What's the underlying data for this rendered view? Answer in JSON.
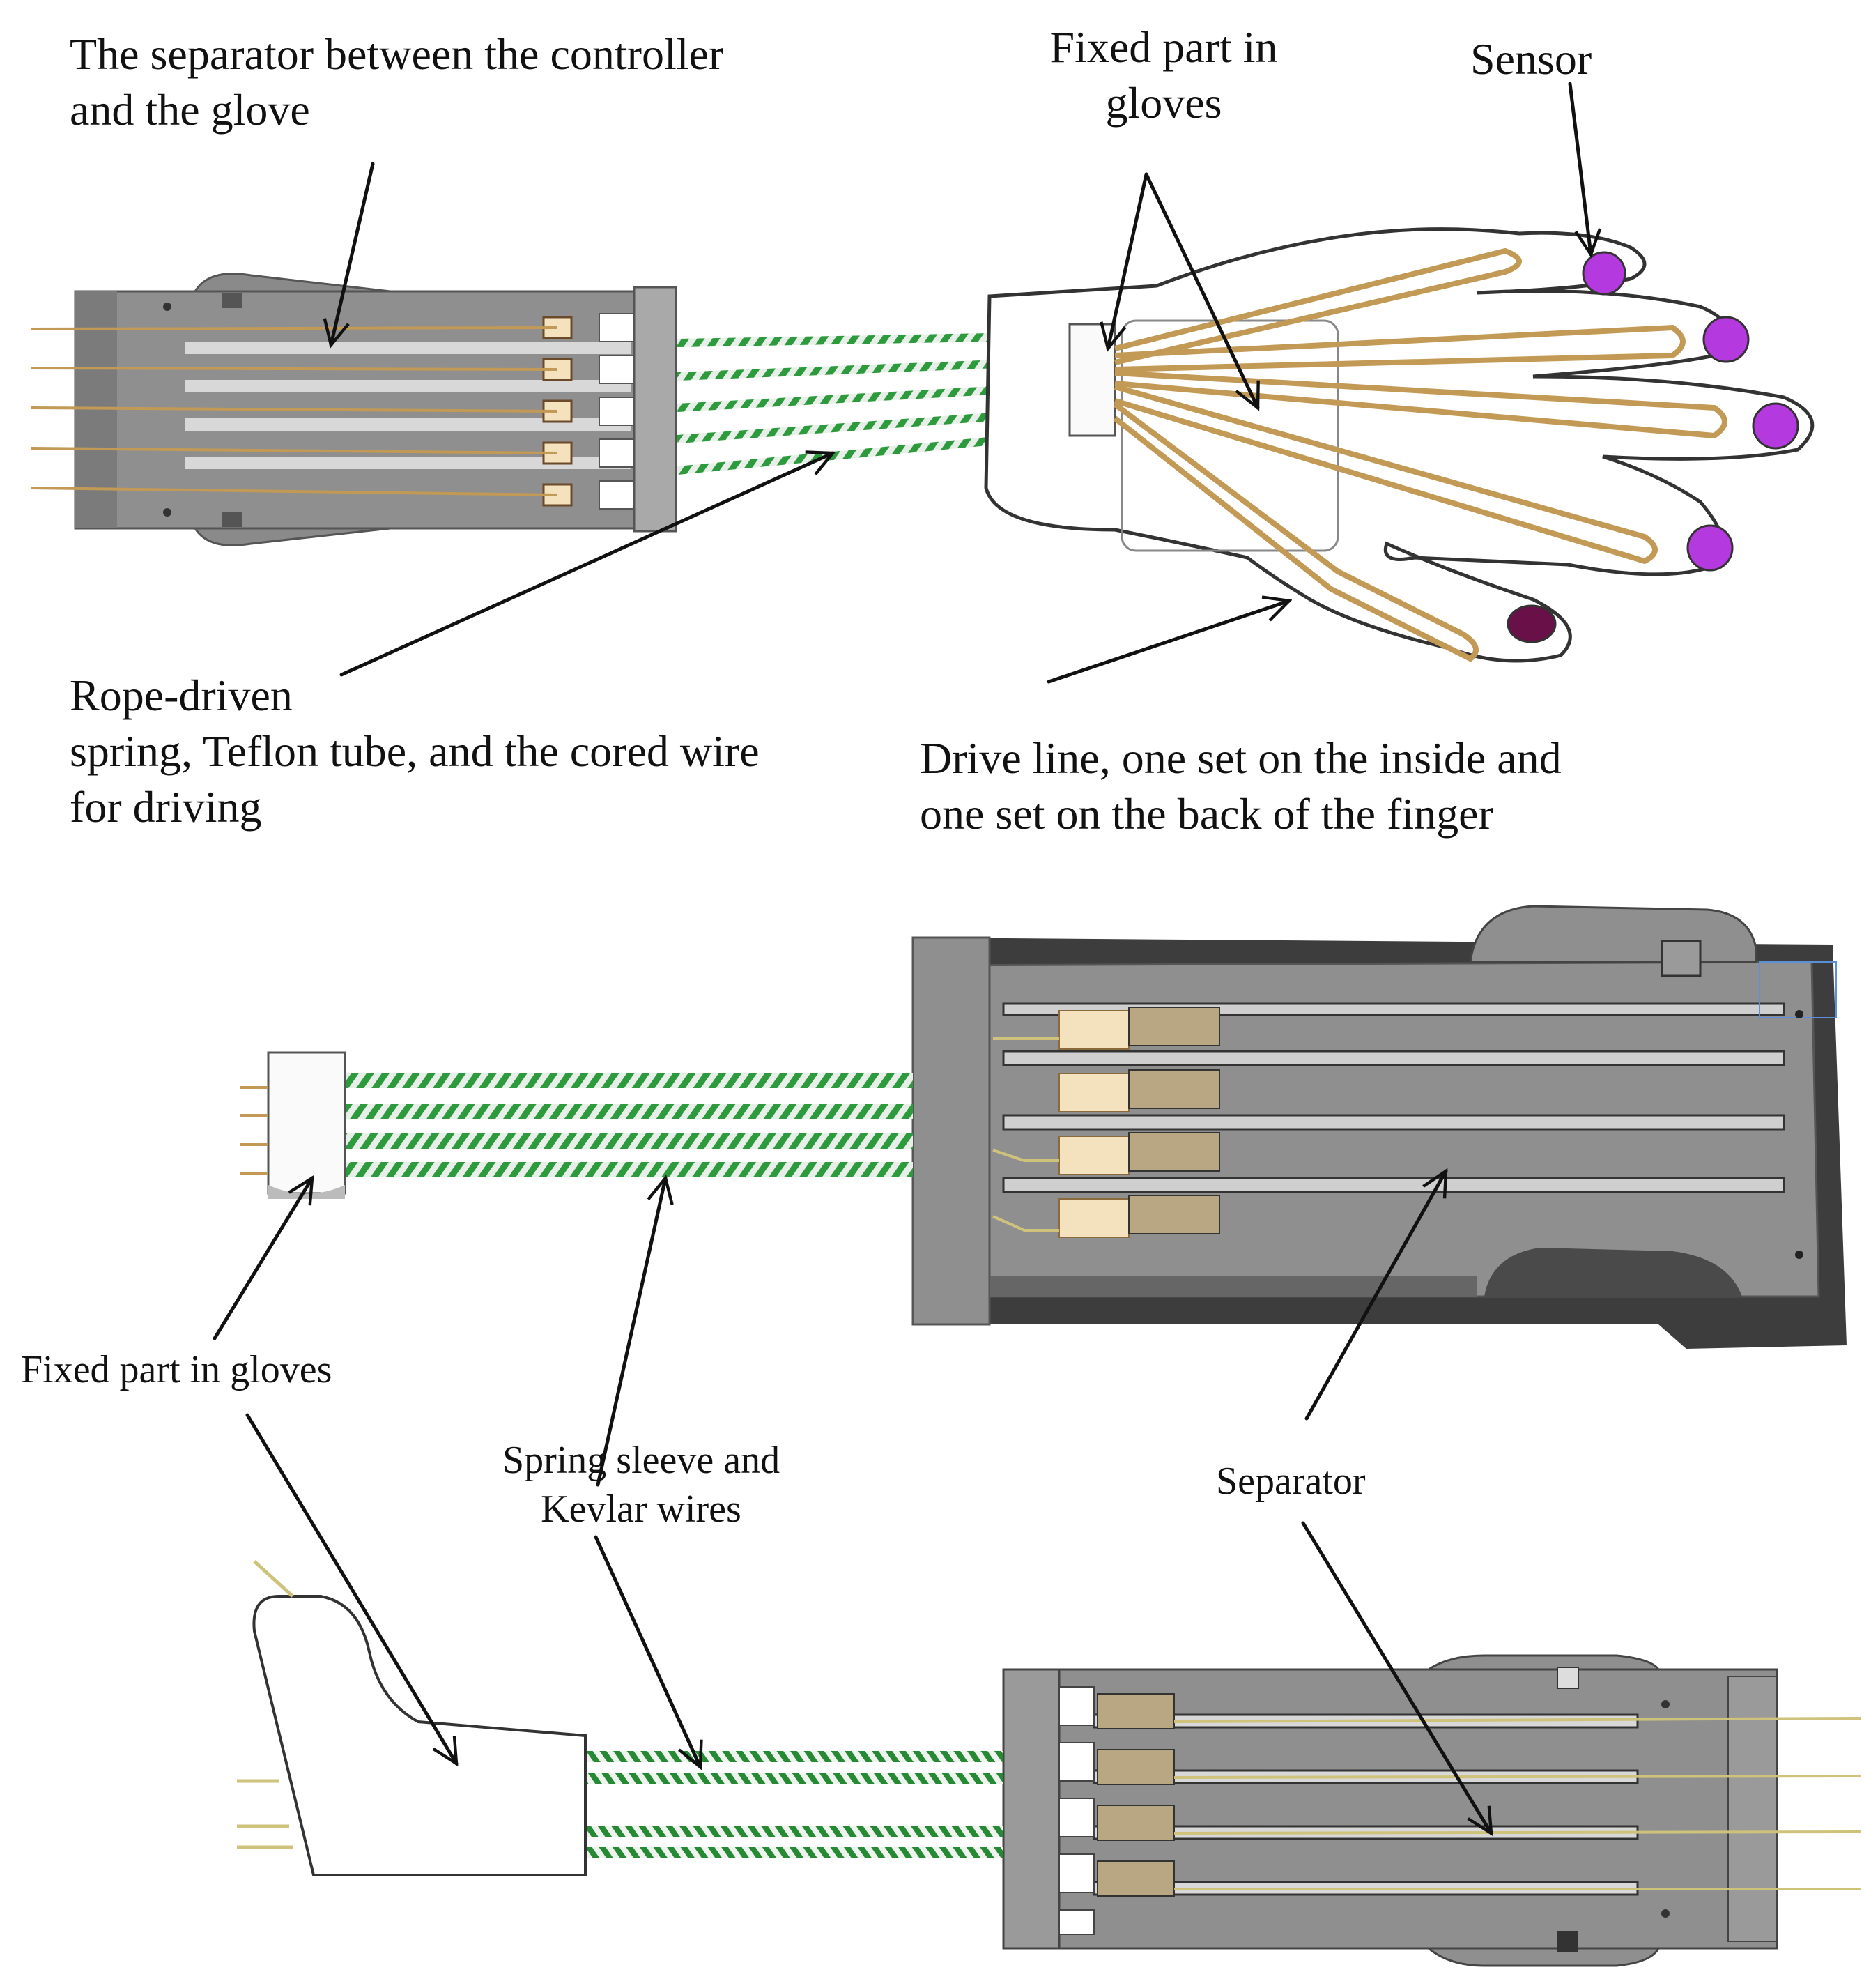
{
  "labels": {
    "separator_top": [
      "The separator between the controller",
      "and the glove"
    ],
    "fixed_part_top": [
      "Fixed part in",
      "gloves"
    ],
    "sensor": "Sensor",
    "rope_driven": [
      "Rope-driven",
      "spring, Teflon tube, and the cored wire",
      "for driving"
    ],
    "drive_line": [
      "Drive line, one set on the inside and",
      "one set on the back of the finger"
    ],
    "fixed_part_bottom": "Fixed part in gloves",
    "spring_sleeve": [
      "Spring sleeve and",
      "Kevlar wires"
    ],
    "separator_bottom": "Separator"
  },
  "colors": {
    "housing": "#8f8f8f",
    "housing_dark": "#3a3a3a",
    "slot": "#d8d8d8",
    "wire_gold": "#c29a55",
    "wire_yellow": "#cfc27a",
    "spring_green": "#2e9a3e",
    "sensor_purple": "#b43ae0",
    "sensor_dark": "#6a1048",
    "pad": "#f3e2bd",
    "arrow": "#111111"
  }
}
